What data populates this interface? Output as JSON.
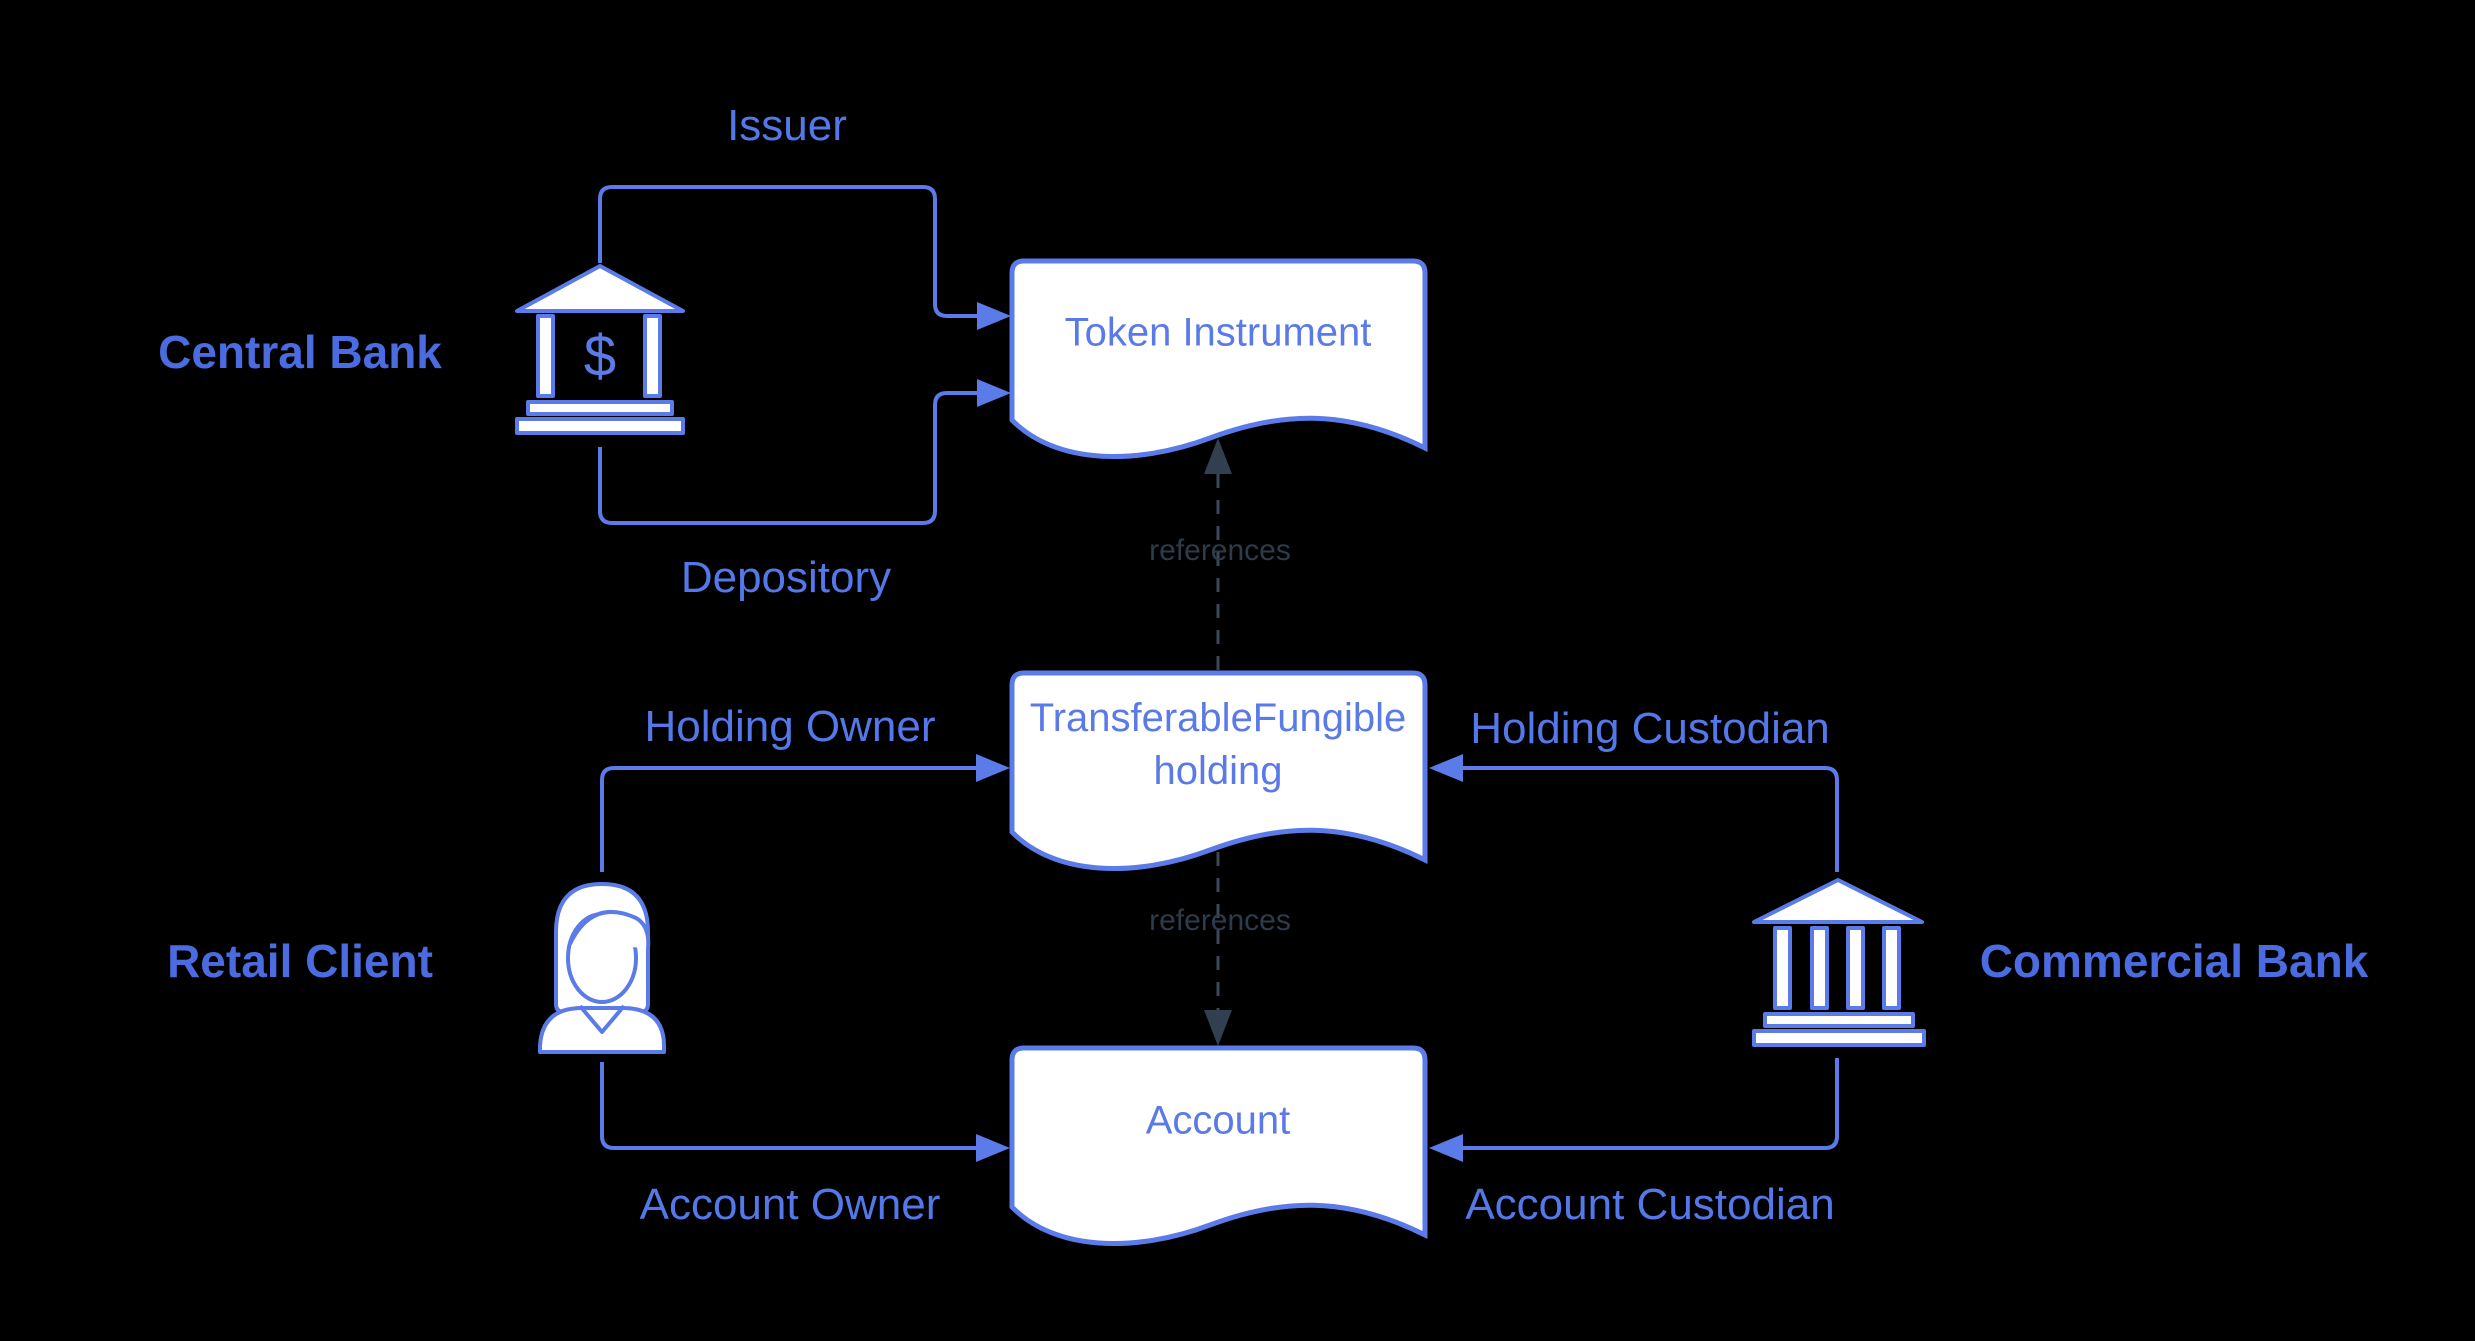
{
  "diagram": {
    "title": "Token instrument holding structure diagram",
    "background_color": "#000000",
    "colors": {
      "accent_blue": "#5B7CE8",
      "edge_label_blue": "#5478EA",
      "actor_label_blue": "#4A6CE0",
      "shape_text_blue": "#5A7AE8",
      "shape_fill": "#FFFFFF",
      "reference_text": "#2D3B4B",
      "reference_dash": "#3A4858",
      "reference_arrowhead": "#323F50"
    },
    "actors": [
      {
        "label": "Central Bank",
        "icon": "bank-dollar-icon",
        "glyph": "$"
      },
      {
        "label": "Retail Client",
        "icon": "person-icon"
      },
      {
        "label": "Commercial Bank",
        "icon": "bank-icon"
      }
    ],
    "nodes": [
      {
        "label": "Token Instrument",
        "shape": "document"
      },
      {
        "line1": "TransferableFungible",
        "line2": "holding",
        "shape": "document"
      },
      {
        "label": "Account",
        "shape": "document"
      }
    ],
    "edges": {
      "issuer": "Issuer",
      "depository": "Depository",
      "holding_owner": "Holding Owner",
      "holding_custodian": "Holding Custodian",
      "account_owner": "Account Owner",
      "account_custodian": "Account Custodian",
      "references1": "references",
      "references2": "references"
    }
  }
}
